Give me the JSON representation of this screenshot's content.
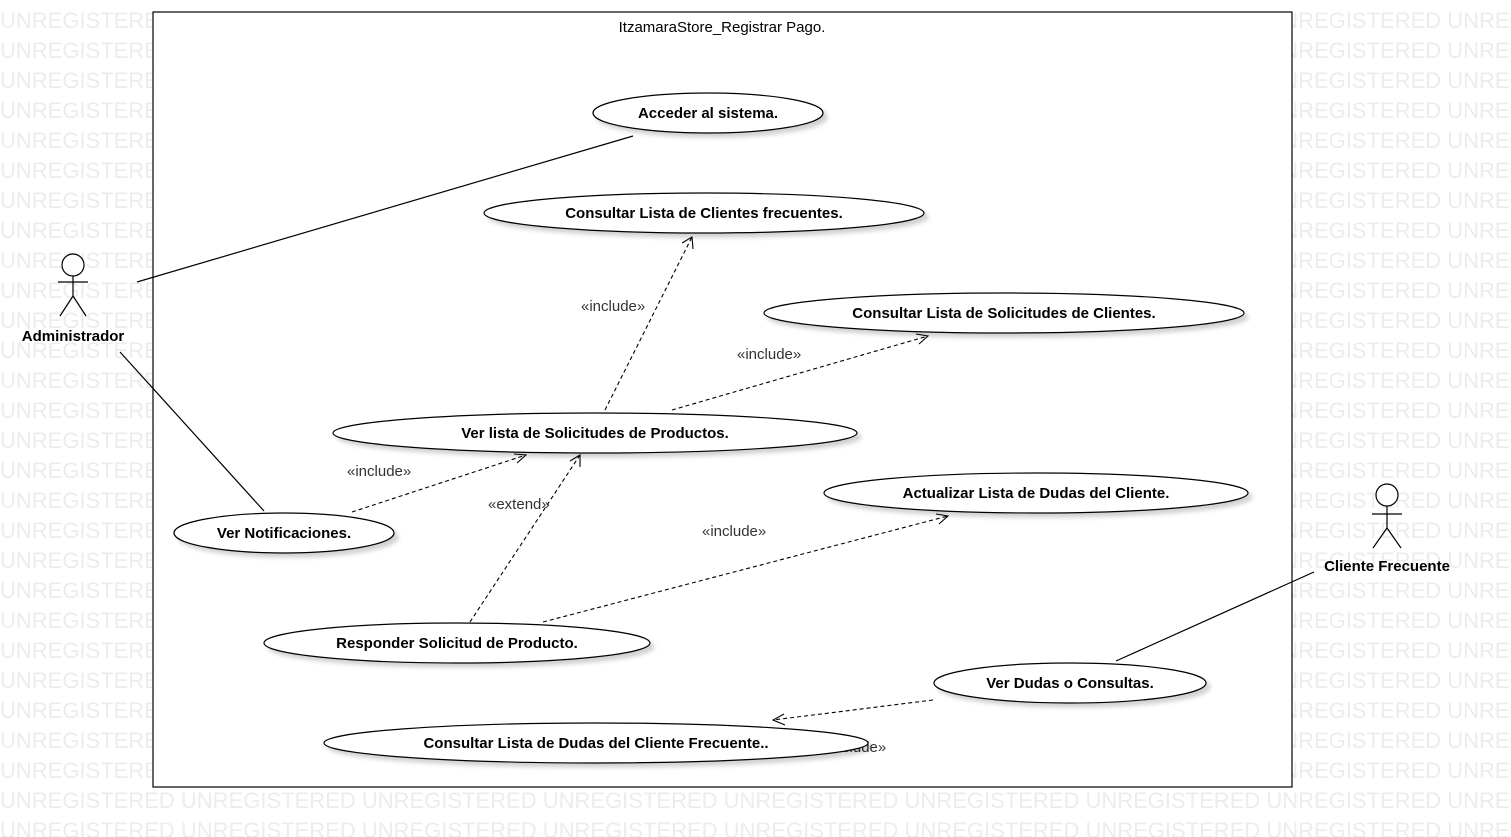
{
  "watermark": {
    "text": "UNREGISTERED"
  },
  "system": {
    "title": "ItzamaraStore_Registrar Pago."
  },
  "actors": [
    {
      "id": "administrador",
      "label": "Administrador"
    },
    {
      "id": "cliente-frecuente",
      "label": "Cliente Frecuente"
    }
  ],
  "use_cases": [
    {
      "id": "acceder",
      "label": "Acceder al sistema."
    },
    {
      "id": "consultar-clientes",
      "label": "Consultar Lista de Clientes frecuentes."
    },
    {
      "id": "consultar-solicitudes-clientes",
      "label": "Consultar Lista de Solicitudes de Clientes."
    },
    {
      "id": "ver-solicitudes-productos",
      "label": "Ver lista de Solicitudes de Productos."
    },
    {
      "id": "actualizar-dudas",
      "label": "Actualizar Lista de Dudas del Cliente."
    },
    {
      "id": "ver-notificaciones",
      "label": "Ver Notificaciones."
    },
    {
      "id": "responder-solicitud",
      "label": "Responder Solicitud de Producto."
    },
    {
      "id": "ver-dudas",
      "label": "Ver Dudas o Consultas."
    },
    {
      "id": "consultar-dudas-frecuente",
      "label": "Consultar Lista de Dudas del Cliente Frecuente.."
    }
  ],
  "relations": [
    {
      "id": "rel-include-1",
      "stereotype": "«include»"
    },
    {
      "id": "rel-include-2",
      "stereotype": "«include»"
    },
    {
      "id": "rel-include-3",
      "stereotype": "«include»"
    },
    {
      "id": "rel-extend-1",
      "stereotype": "«extend»"
    },
    {
      "id": "rel-include-4",
      "stereotype": "«include»"
    },
    {
      "id": "rel-include-5",
      "stereotype": "«include»"
    }
  ]
}
